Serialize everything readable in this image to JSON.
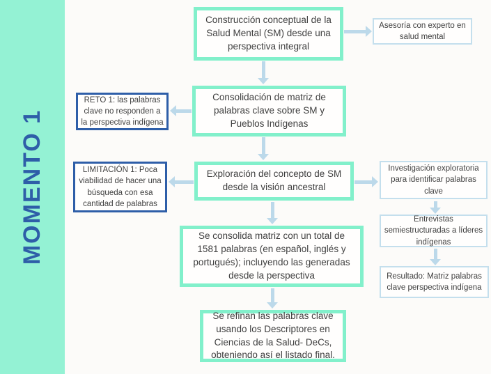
{
  "sidebar": {
    "label": "MOMENTO 1"
  },
  "colors": {
    "band_mint": "#94f2d4",
    "mint_border": "#82f0cb",
    "dark_blue": "#2e5ea8",
    "light_blue_border": "#c4dfed",
    "arrow_blue": "#bcd9ea",
    "text": "#3f3f3f",
    "background": "#fcfbf9"
  },
  "boxes": {
    "construccion": {
      "text": "Construcción conceptual de la Salud Mental (SM) desde una perspectiva integral"
    },
    "asesoria": {
      "text": "Asesoría con experto en salud mental"
    },
    "consolidacion": {
      "text": "Consolidación de matriz de palabras clave sobre SM y Pueblos Indígenas"
    },
    "reto": {
      "text": "RETO 1: las palabras clave no responden a la perspectiva indígena"
    },
    "exploracion": {
      "text": "Exploración del concepto de SM desde la visión ancestral"
    },
    "limitacion": {
      "text": "LIMITACIÓN 1: Poca viabilidad de hacer una búsqueda con esa cantidad de palabras"
    },
    "investigacion": {
      "text": "Investigación exploratoria para identificar palabras clave"
    },
    "entrevistas": {
      "text": "Entrevistas semiestructuradas a líderes indígenas"
    },
    "resultado": {
      "text": "Resultado: Matriz palabras clave perspectiva indígena"
    },
    "consolida_matriz": {
      "text": "Se consolida matriz con un total de 1581 palabras (en español, inglés y portugués); incluyendo las generadas desde la perspectiva"
    },
    "refinan": {
      "text": "Se refinan las palabras clave usando los Descriptores en Ciencias de la Salud- DeCs, obteniendo así el listado final."
    }
  }
}
